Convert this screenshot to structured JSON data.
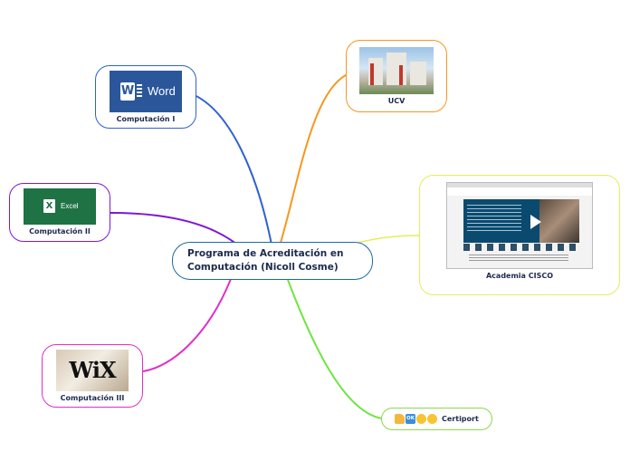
{
  "center": {
    "line1": "Programa de Acreditación en",
    "line2": "Computación (Nicoll Cosme)"
  },
  "branches": {
    "computacion_1": {
      "label": "Computación I",
      "logo_text": "Word",
      "logo_letter": "W",
      "color": "#2e62d1"
    },
    "computacion_2": {
      "label": "Computación II",
      "logo_text": "Excel",
      "logo_letter": "X",
      "color": "#7d19d8"
    },
    "computacion_3": {
      "label": "Computación III",
      "logo_text": "WiX",
      "color": "#e02fc5"
    },
    "ucv": {
      "label": "UCV",
      "color": "#f7971f"
    },
    "cisco": {
      "label": "Academia CISCO",
      "color": "#e3ee5a"
    },
    "certiport": {
      "label": "Certiport",
      "emoji_ok": "OK",
      "color": "#6ee640"
    }
  },
  "icons": [
    "thumbs-up-icon",
    "ok-icon",
    "heart-eyes-icon",
    "grin-icon",
    "play-icon"
  ]
}
